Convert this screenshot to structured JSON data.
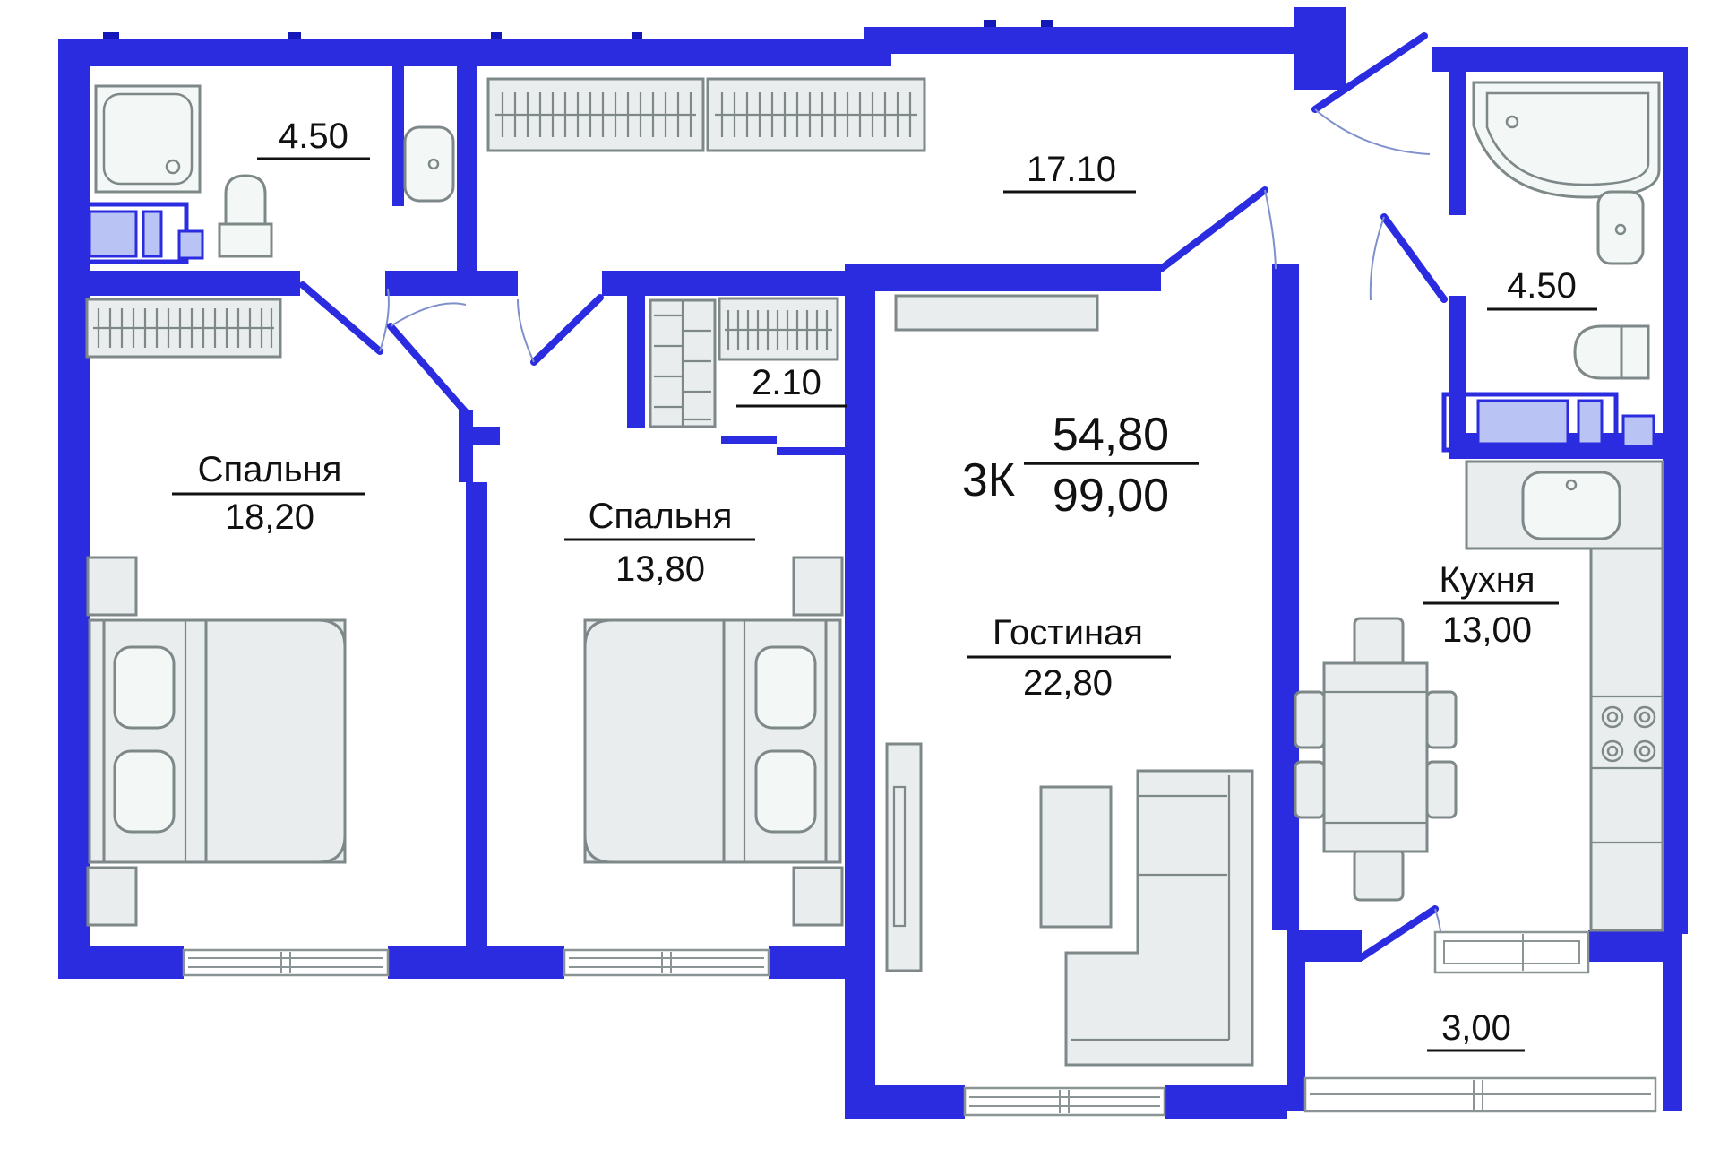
{
  "labels": {
    "bathroom1_area": "4.50",
    "hallway_area": "17.10",
    "closet_area": "2.10",
    "bathroom2_area": "4.50",
    "bedroom1_name": "Спальня",
    "bedroom1_area": "18,20",
    "bedroom2_name": "Спальня",
    "bedroom2_area": "13,80",
    "living_name": "Гостиная",
    "living_area": "22,80",
    "kitchen_name": "Кухня",
    "kitchen_area": "13,00",
    "balcony_area": "3,00",
    "apt_type": "3К",
    "apt_area_living": "54,80",
    "apt_area_total": "99,00"
  },
  "colors": {
    "wall": "#2b2ce0",
    "wall_dark": "#1418b8",
    "appliance_fill": "#b9c3f4",
    "furniture_fill": "#e9eded",
    "furniture_stroke": "#7e8889",
    "window_frame": "#8a9494",
    "fixture_fill": "#f3f7f5",
    "text": "#111111"
  }
}
